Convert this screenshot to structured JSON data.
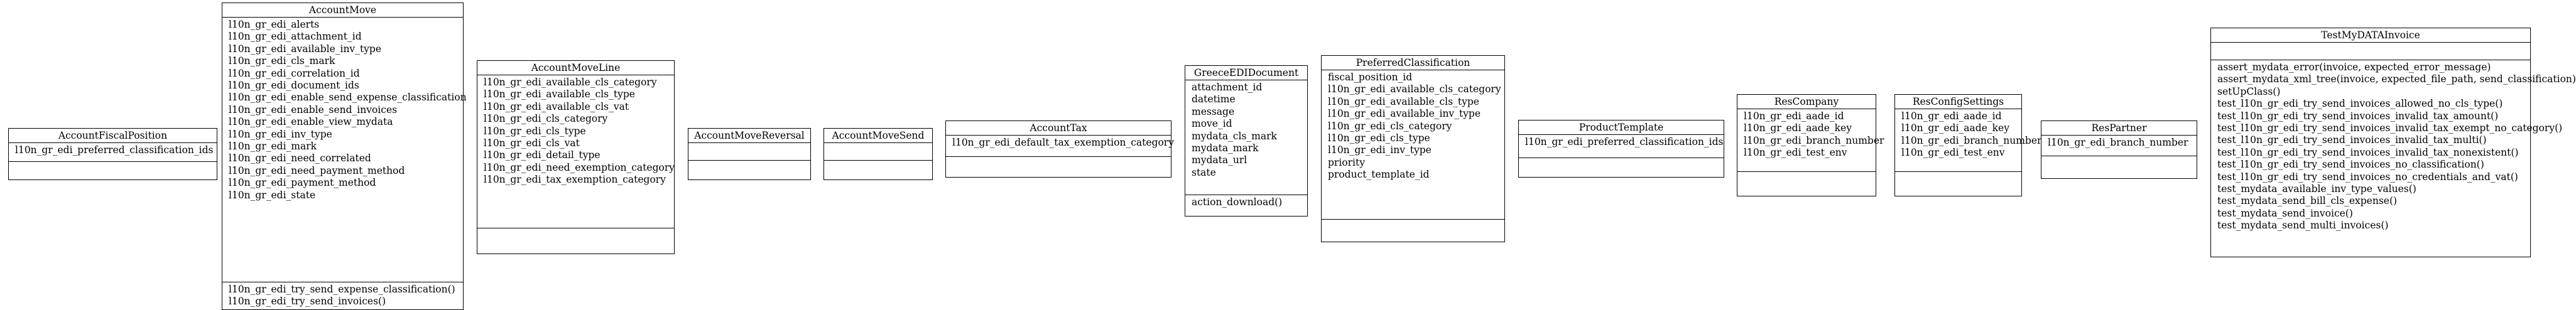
{
  "classes": [
    {
      "id": "account-fiscal-position",
      "name": "AccountFiscalPosition",
      "attributes": [
        "l10n_gr_edi_preferred_classification_ids"
      ],
      "methods": []
    },
    {
      "id": "account-move",
      "name": "AccountMove",
      "attributes": [
        "l10n_gr_edi_alerts",
        "l10n_gr_edi_attachment_id",
        "l10n_gr_edi_available_inv_type",
        "l10n_gr_edi_cls_mark",
        "l10n_gr_edi_correlation_id",
        "l10n_gr_edi_document_ids",
        "l10n_gr_edi_enable_send_expense_classification",
        "l10n_gr_edi_enable_send_invoices",
        "l10n_gr_edi_enable_view_mydata",
        "l10n_gr_edi_inv_type",
        "l10n_gr_edi_mark",
        "l10n_gr_edi_need_correlated",
        "l10n_gr_edi_need_payment_method",
        "l10n_gr_edi_payment_method",
        "l10n_gr_edi_state"
      ],
      "methods": [
        "l10n_gr_edi_try_send_expense_classification()",
        "l10n_gr_edi_try_send_invoices()"
      ]
    },
    {
      "id": "account-move-line",
      "name": "AccountMoveLine",
      "attributes": [
        "l10n_gr_edi_available_cls_category",
        "l10n_gr_edi_available_cls_type",
        "l10n_gr_edi_available_cls_vat",
        "l10n_gr_edi_cls_category",
        "l10n_gr_edi_cls_type",
        "l10n_gr_edi_cls_vat",
        "l10n_gr_edi_detail_type",
        "l10n_gr_edi_need_exemption_category",
        "l10n_gr_edi_tax_exemption_category"
      ],
      "methods": []
    },
    {
      "id": "account-move-reversal",
      "name": "AccountMoveReversal",
      "attributes": [],
      "methods": []
    },
    {
      "id": "account-move-send",
      "name": "AccountMoveSend",
      "attributes": [],
      "methods": []
    },
    {
      "id": "account-tax",
      "name": "AccountTax",
      "attributes": [
        "l10n_gr_edi_default_tax_exemption_category"
      ],
      "methods": []
    },
    {
      "id": "greece-edi-document",
      "name": "GreeceEDIDocument",
      "attributes": [
        "attachment_id",
        "datetime",
        "message",
        "move_id",
        "mydata_cls_mark",
        "mydata_mark",
        "mydata_url",
        "state"
      ],
      "methods": [
        "action_download()"
      ]
    },
    {
      "id": "preferred-classification",
      "name": "PreferredClassification",
      "attributes": [
        "fiscal_position_id",
        "l10n_gr_edi_available_cls_category",
        "l10n_gr_edi_available_cls_type",
        "l10n_gr_edi_available_inv_type",
        "l10n_gr_edi_cls_category",
        "l10n_gr_edi_cls_type",
        "l10n_gr_edi_inv_type",
        "priority",
        "product_template_id"
      ],
      "methods": []
    },
    {
      "id": "product-template",
      "name": "ProductTemplate",
      "attributes": [
        "l10n_gr_edi_preferred_classification_ids"
      ],
      "methods": []
    },
    {
      "id": "res-company",
      "name": "ResCompany",
      "attributes": [
        "l10n_gr_edi_aade_id",
        "l10n_gr_edi_aade_key",
        "l10n_gr_edi_branch_number",
        "l10n_gr_edi_test_env"
      ],
      "methods": []
    },
    {
      "id": "res-config-settings",
      "name": "ResConfigSettings",
      "attributes": [
        "l10n_gr_edi_aade_id",
        "l10n_gr_edi_aade_key",
        "l10n_gr_edi_branch_number",
        "l10n_gr_edi_test_env"
      ],
      "methods": []
    },
    {
      "id": "res-partner",
      "name": "ResPartner",
      "attributes": [
        "l10n_gr_edi_branch_number"
      ],
      "methods": []
    },
    {
      "id": "test-mydata-invoice",
      "name": "TestMyDATAInvoice",
      "attributes": [],
      "methods": [
        "assert_mydata_error(invoice, expected_error_message)",
        "assert_mydata_xml_tree(invoice, expected_file_path, send_classification)",
        "setUpClass()",
        "test_l10n_gr_edi_try_send_invoices_allowed_no_cls_type()",
        "test_l10n_gr_edi_try_send_invoices_invalid_tax_amount()",
        "test_l10n_gr_edi_try_send_invoices_invalid_tax_exempt_no_category()",
        "test_l10n_gr_edi_try_send_invoices_invalid_tax_multi()",
        "test_l10n_gr_edi_try_send_invoices_invalid_tax_nonexistent()",
        "test_l10n_gr_edi_try_send_invoices_no_classification()",
        "test_l10n_gr_edi_try_send_invoices_no_credentials_and_vat()",
        "test_mydata_available_inv_type_values()",
        "test_mydata_send_bill_cls_expense()",
        "test_mydata_send_invoice()",
        "test_mydata_send_multi_invoices()"
      ]
    }
  ]
}
